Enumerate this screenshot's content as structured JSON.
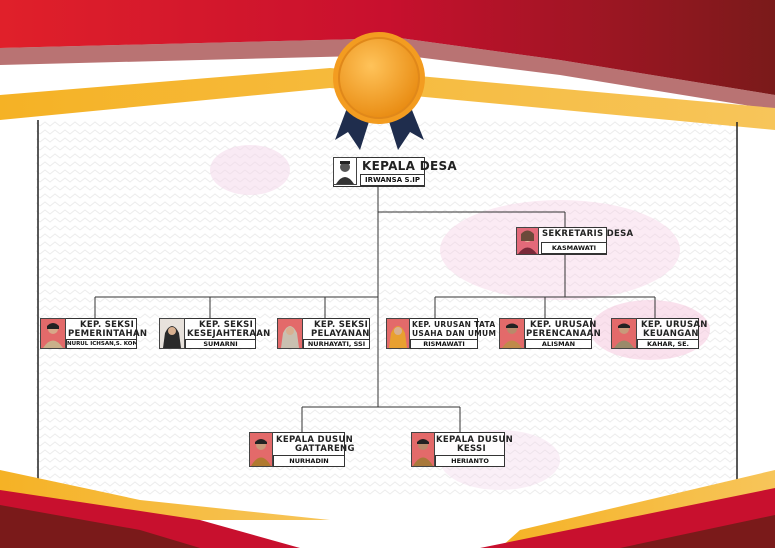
{
  "colors": {
    "red": "#c8102e",
    "dark_red": "#7a1a1a",
    "gold": "#f5b225",
    "navy": "#1f2d4d",
    "medal": "#f39c20"
  },
  "head": {
    "title": "KEPALA DESA",
    "name": "IRWANSA S.IP",
    "icon": "person-avatar-icon"
  },
  "secretary": {
    "title": "SEKRETARIS DESA",
    "name": "KASMAWATI",
    "icon": "person-avatar-icon"
  },
  "sections": [
    {
      "title_1": "KEP. SEKSI",
      "title_2": "PEMERINTAHAN",
      "name": "NURUL ICHSAN,S. KOM"
    },
    {
      "title_1": "KEP. SEKSI",
      "title_2": "KESEJAHTERAAN",
      "name": "SUMARNI"
    },
    {
      "title_1": "KEP. SEKSI",
      "title_2": "PELAYANAN",
      "name": "NURHAYATI, SSI"
    },
    {
      "title_1": "KEP. URUSAN TATA",
      "title_2": "USAHA DAN UMUM",
      "name": "RISMAWATI"
    },
    {
      "title_1": "KEP. URUSAN",
      "title_2": "PERENCANAAN",
      "name": "ALISMAN"
    },
    {
      "title_1": "KEP. URUSAN",
      "title_2": "KEUANGAN",
      "name": "KAHAR, SE."
    }
  ],
  "dusun": [
    {
      "title_1": "KEPALA DUSUN",
      "title_2": "GATTARENG",
      "name": "NURHADIN"
    },
    {
      "title_1": "KEPALA DUSUN",
      "title_2": "KESSI",
      "name": "HERIANTO"
    }
  ]
}
